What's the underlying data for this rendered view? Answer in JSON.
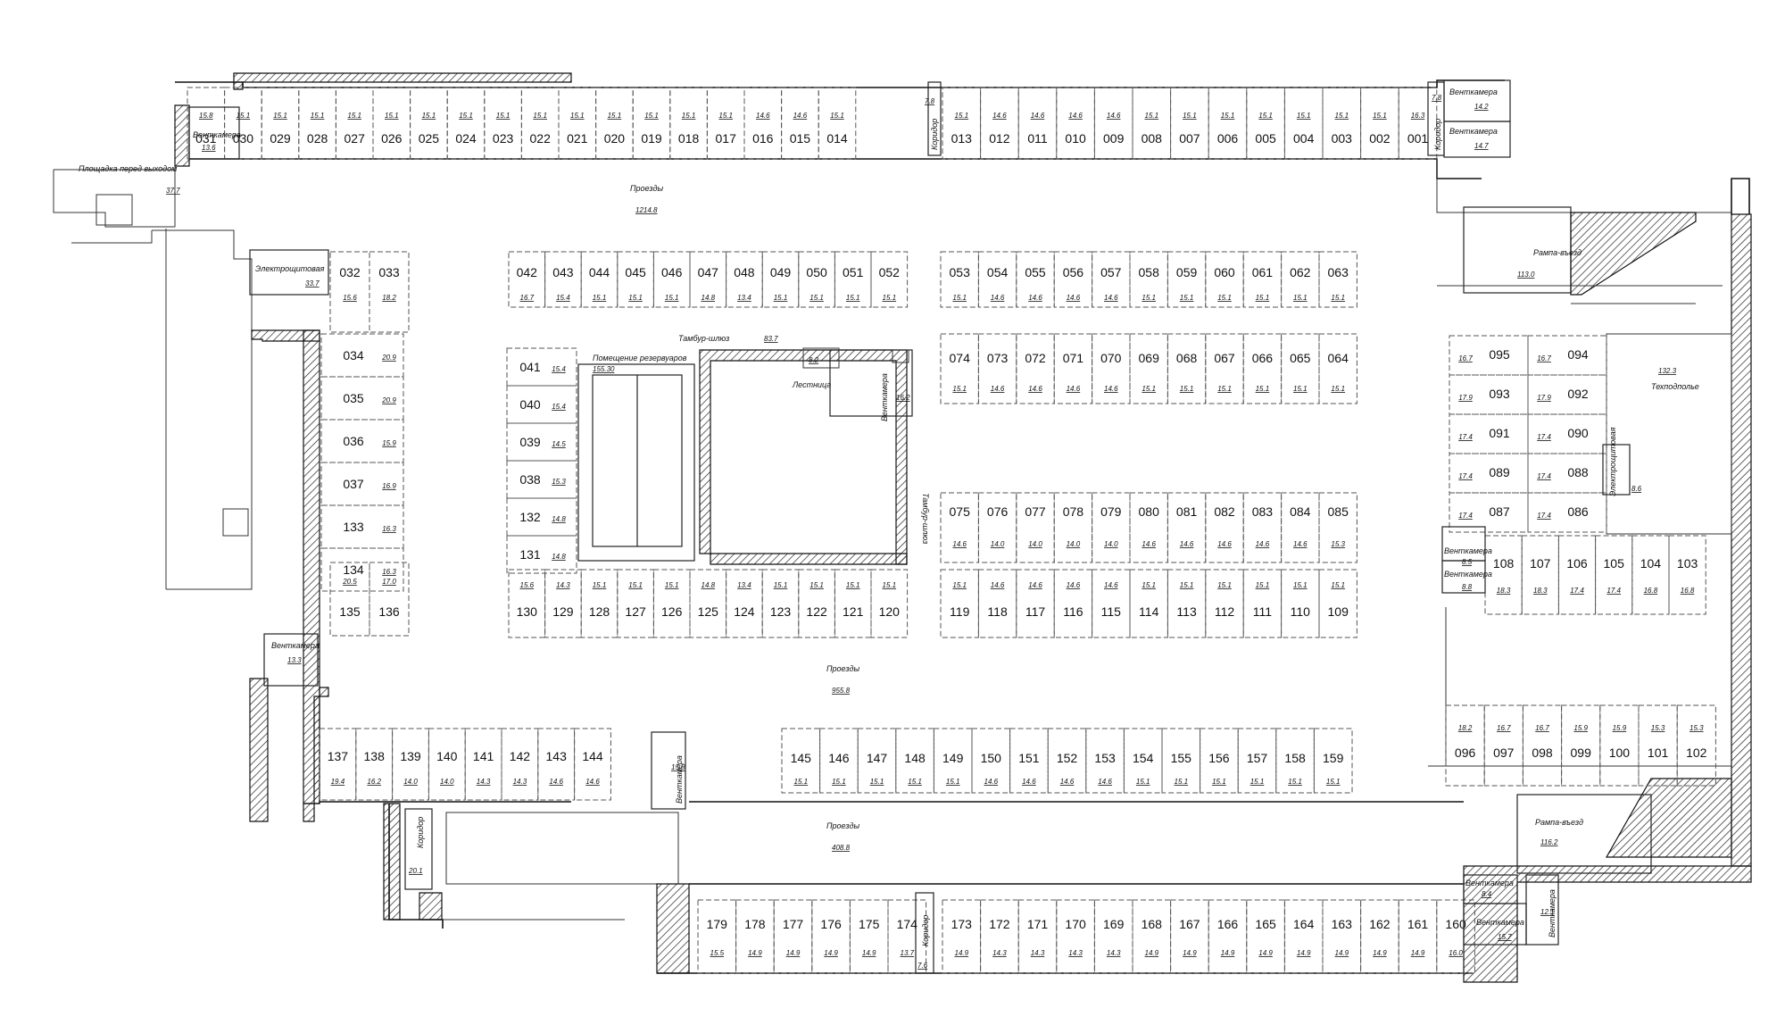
{
  "labels": {
    "driveways_top": "Проезды",
    "driveways_top_area": "1214.8",
    "driveways_mid": "Проезды",
    "driveways_mid_area": "955.8",
    "driveways_bot": "Проезды",
    "driveways_bot_area": "408.8",
    "exit_platform": "Площадка перед выходом",
    "exit_platform_area": "37.7",
    "vent_top_left": "Венткамера",
    "vent_top_left_area": "13.6",
    "electrical": "Электрощитовая",
    "electrical_area": "33.7",
    "tambur_top": "Тамбур-шлюз",
    "tambur_top_area": "83.7",
    "reservoir_room": "Помещение резервуаров",
    "reservoir_area": "155.30",
    "stairs": "Лестница",
    "stairs_area": "8.2",
    "vent_center": "Венткамера",
    "vent_center_area": "16.2",
    "tambur_mid": "Тамбур-шлюз",
    "corridor_top": "Коридор",
    "corridor_top_area": "7.8",
    "vent_top_right1": "Венткамера",
    "vent_top_right1_area": "14.2",
    "vent_top_right2": "Венткамера",
    "vent_top_right2_area": "14.7",
    "ramp_top": "Рампа-въезд",
    "ramp_top_area": "113.0",
    "techfloor": "Техподполье",
    "techfloor_area": "132.3",
    "electrical_right": "Электрощитовая",
    "electrical_right_area": "8.6",
    "vent_right1": "Венткамера",
    "vent_right1_area": "8.5",
    "vent_right2": "Венткамера",
    "vent_right2_area": "8.8",
    "vent_left": "Венткамера",
    "vent_left_area": "13.3",
    "ramp_bot": "Рампа-въезд",
    "ramp_bot_area": "116.2",
    "vent_bot1": "Венткамера",
    "vent_bot1_area": "8.4",
    "vent_bot2": "Венткамера",
    "vent_bot2_area": "15.7",
    "vent_bot3": "Венткамера",
    "vent_bot3_area": "12.1",
    "vent_bot_left": "Венткамера",
    "vent_bot_left_area": "15.8",
    "corridor_bot_left": "Коридор",
    "corridor_bot_left_area": "20.1",
    "corridor_bot": "Коридор",
    "corridor_bot_area": "7.6"
  },
  "spaces": {
    "row_top_left": [
      [
        "031",
        "15.8"
      ],
      [
        "030",
        "15.1"
      ],
      [
        "029",
        "15.1"
      ],
      [
        "028",
        "15.1"
      ],
      [
        "027",
        "15.1"
      ],
      [
        "026",
        "15.1"
      ],
      [
        "025",
        "15.1"
      ],
      [
        "024",
        "15.1"
      ],
      [
        "023",
        "15.1"
      ],
      [
        "022",
        "15.1"
      ],
      [
        "021",
        "15.1"
      ],
      [
        "020",
        "15.1"
      ],
      [
        "019",
        "15.1"
      ],
      [
        "018",
        "15.1"
      ],
      [
        "017",
        "15.1"
      ],
      [
        "016",
        "14.6"
      ],
      [
        "015",
        "14.6"
      ],
      [
        "014",
        "15.1"
      ]
    ],
    "row_top_right": [
      [
        "013",
        "15.1"
      ],
      [
        "012",
        "14.6"
      ],
      [
        "011",
        "14.6"
      ],
      [
        "010",
        "14.6"
      ],
      [
        "009",
        "14.6"
      ],
      [
        "008",
        "15.1"
      ],
      [
        "007",
        "15.1"
      ],
      [
        "006",
        "15.1"
      ],
      [
        "005",
        "15.1"
      ],
      [
        "004",
        "15.1"
      ],
      [
        "003",
        "15.1"
      ],
      [
        "002",
        "15.1"
      ],
      [
        "001",
        "16.3"
      ]
    ],
    "row_a_left": [
      [
        "042",
        "16.7"
      ],
      [
        "043",
        "15.4"
      ],
      [
        "044",
        "15.1"
      ],
      [
        "045",
        "15.1"
      ],
      [
        "046",
        "15.1"
      ],
      [
        "047",
        "14.8"
      ],
      [
        "048",
        "13.4"
      ],
      [
        "049",
        "15.1"
      ],
      [
        "050",
        "15.1"
      ],
      [
        "051",
        "15.1"
      ],
      [
        "052",
        "15.1"
      ]
    ],
    "row_a_right": [
      [
        "053",
        "15.1"
      ],
      [
        "054",
        "14.6"
      ],
      [
        "055",
        "14.6"
      ],
      [
        "056",
        "14.6"
      ],
      [
        "057",
        "14.6"
      ],
      [
        "058",
        "15.1"
      ],
      [
        "059",
        "15.1"
      ],
      [
        "060",
        "15.1"
      ],
      [
        "061",
        "15.1"
      ],
      [
        "062",
        "15.1"
      ],
      [
        "063",
        "15.1"
      ]
    ],
    "row_b": [
      [
        "074",
        "15.1"
      ],
      [
        "073",
        "14.6"
      ],
      [
        "072",
        "14.6"
      ],
      [
        "071",
        "14.6"
      ],
      [
        "070",
        "14.6"
      ],
      [
        "069",
        "15.1"
      ],
      [
        "068",
        "15.1"
      ],
      [
        "067",
        "15.1"
      ],
      [
        "066",
        "15.1"
      ],
      [
        "065",
        "15.1"
      ],
      [
        "064",
        "15.1"
      ]
    ],
    "row_c": [
      [
        "075",
        "14.6"
      ],
      [
        "076",
        "14.0"
      ],
      [
        "077",
        "14.0"
      ],
      [
        "078",
        "14.0"
      ],
      [
        "079",
        "14.0"
      ],
      [
        "080",
        "14.6"
      ],
      [
        "081",
        "14.6"
      ],
      [
        "082",
        "14.6"
      ],
      [
        "083",
        "14.6"
      ],
      [
        "084",
        "14.6"
      ],
      [
        "085",
        "15.3"
      ]
    ],
    "row_d_left": [
      [
        "130",
        "15.6"
      ],
      [
        "129",
        "14.3"
      ],
      [
        "128",
        "15.1"
      ],
      [
        "127",
        "15.1"
      ],
      [
        "126",
        "15.1"
      ],
      [
        "125",
        "14.8"
      ],
      [
        "124",
        "13.4"
      ],
      [
        "123",
        "15.1"
      ],
      [
        "122",
        "15.1"
      ],
      [
        "121",
        "15.1"
      ],
      [
        "120",
        "15.1"
      ]
    ],
    "row_d_right": [
      [
        "119",
        "15.1"
      ],
      [
        "118",
        "14.6"
      ],
      [
        "117",
        "14.6"
      ],
      [
        "116",
        "14.6"
      ],
      [
        "115",
        "14.6"
      ],
      [
        "114",
        "15.1"
      ],
      [
        "113",
        "15.1"
      ],
      [
        "112",
        "15.1"
      ],
      [
        "111",
        "15.1"
      ],
      [
        "110",
        "15.1"
      ],
      [
        "109",
        "15.1"
      ]
    ],
    "col_left": [
      [
        "034",
        "20.9"
      ],
      [
        "035",
        "20.9"
      ],
      [
        "036",
        "15.9"
      ],
      [
        "037",
        "16.9"
      ],
      [
        "133",
        "16.3"
      ],
      [
        "134",
        "16.3"
      ]
    ],
    "col_left2": [
      [
        "041",
        "15.4"
      ],
      [
        "040",
        "15.4"
      ],
      [
        "039",
        "14.5"
      ],
      [
        "038",
        "15.3"
      ],
      [
        "132",
        "14.8"
      ],
      [
        "131",
        "14.8"
      ]
    ],
    "pair_top": [
      [
        "032",
        "15.6"
      ],
      [
        "033",
        "18.2"
      ]
    ],
    "pair_bot": [
      [
        "135",
        "20.5"
      ],
      [
        "136",
        "17.0"
      ]
    ],
    "right_block": [
      [
        "095",
        "16.7"
      ],
      [
        "094",
        "16.7"
      ],
      [
        "093",
        "17.9"
      ],
      [
        "092",
        "17.9"
      ],
      [
        "091",
        "17.4"
      ],
      [
        "090",
        "17.4"
      ],
      [
        "089",
        "17.4"
      ],
      [
        "088",
        "17.4"
      ],
      [
        "087",
        "17.4"
      ],
      [
        "086",
        "17.4"
      ]
    ],
    "row_e": [
      [
        "108",
        "18.3"
      ],
      [
        "107",
        "18.3"
      ],
      [
        "106",
        "17.4"
      ],
      [
        "105",
        "17.4"
      ],
      [
        "104",
        "16.8"
      ],
      [
        "103",
        "16.8"
      ]
    ],
    "row_f": [
      [
        "096",
        "18.2"
      ],
      [
        "097",
        "16.7"
      ],
      [
        "098",
        "16.7"
      ],
      [
        "099",
        "15.9"
      ],
      [
        "100",
        "15.9"
      ],
      [
        "101",
        "15.3"
      ],
      [
        "102",
        "15.3"
      ]
    ],
    "row_g_left": [
      [
        "137",
        "19.4"
      ],
      [
        "138",
        "16.2"
      ],
      [
        "139",
        "14.0"
      ],
      [
        "140",
        "14.0"
      ],
      [
        "141",
        "14.3"
      ],
      [
        "142",
        "14.3"
      ],
      [
        "143",
        "14.6"
      ],
      [
        "144",
        "14.6"
      ]
    ],
    "row_g_right": [
      [
        "145",
        "15.1"
      ],
      [
        "146",
        "15.1"
      ],
      [
        "147",
        "15.1"
      ],
      [
        "148",
        "15.1"
      ],
      [
        "149",
        "15.1"
      ],
      [
        "150",
        "14.6"
      ],
      [
        "151",
        "14.6"
      ],
      [
        "152",
        "14.6"
      ],
      [
        "153",
        "14.6"
      ],
      [
        "154",
        "15.1"
      ],
      [
        "155",
        "15.1"
      ],
      [
        "156",
        "15.1"
      ],
      [
        "157",
        "15.1"
      ],
      [
        "158",
        "15.1"
      ],
      [
        "159",
        "15.1"
      ]
    ],
    "row_h_left": [
      [
        "179",
        "15.5"
      ],
      [
        "178",
        "14.9"
      ],
      [
        "177",
        "14.9"
      ],
      [
        "176",
        "14.9"
      ],
      [
        "175",
        "14.9"
      ],
      [
        "174",
        "13.7"
      ]
    ],
    "row_h_right": [
      [
        "173",
        "14.9"
      ],
      [
        "172",
        "14.3"
      ],
      [
        "171",
        "14.3"
      ],
      [
        "170",
        "14.3"
      ],
      [
        "169",
        "14.3"
      ],
      [
        "168",
        "14.9"
      ],
      [
        "167",
        "14.9"
      ],
      [
        "166",
        "14.9"
      ],
      [
        "165",
        "14.9"
      ],
      [
        "164",
        "14.9"
      ],
      [
        "163",
        "14.9"
      ],
      [
        "162",
        "14.9"
      ],
      [
        "161",
        "14.9"
      ],
      [
        "160",
        "16.0"
      ]
    ]
  }
}
